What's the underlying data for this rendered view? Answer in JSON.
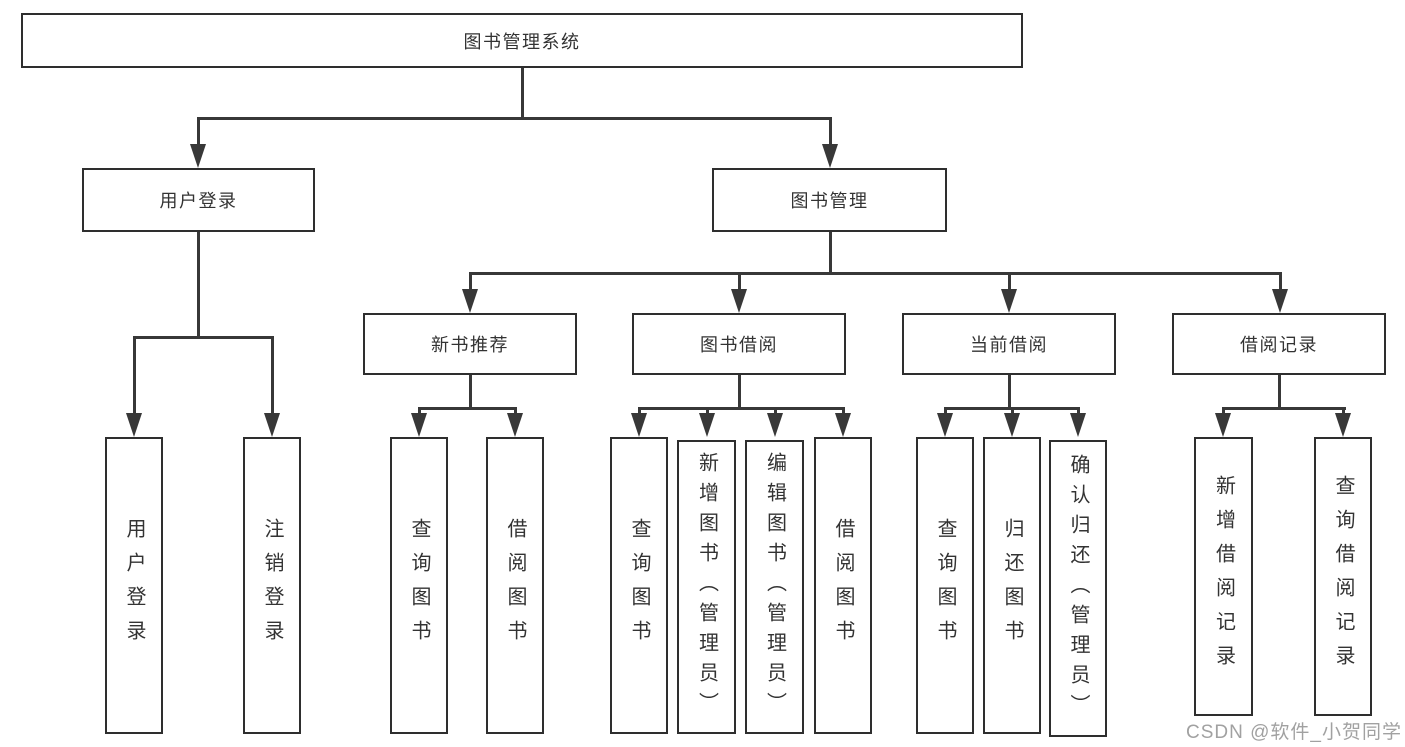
{
  "tree": {
    "label": "图书管理系统",
    "children": [
      {
        "label": "用户登录",
        "children": [
          {
            "label": "用户登录"
          },
          {
            "label": "注销登录"
          }
        ]
      },
      {
        "label": "图书管理",
        "children": [
          {
            "label": "新书推荐",
            "children": [
              {
                "label": "查询图书"
              },
              {
                "label": "借阅图书"
              }
            ]
          },
          {
            "label": "图书借阅",
            "children": [
              {
                "label": "查询图书"
              },
              {
                "label": "新增图书（管理员）"
              },
              {
                "label": "编辑图书（管理员）"
              },
              {
                "label": "借阅图书"
              }
            ]
          },
          {
            "label": "当前借阅",
            "children": [
              {
                "label": "查询图书"
              },
              {
                "label": "归还图书"
              },
              {
                "label": "确认归还（管理员）"
              }
            ]
          },
          {
            "label": "借阅记录",
            "children": [
              {
                "label": "新增借阅记录"
              },
              {
                "label": "查询借阅记录"
              }
            ]
          }
        ]
      }
    ]
  },
  "watermark": {
    "text": "CSDN @软件_小贺同学"
  },
  "colors": {
    "line": "#383838",
    "box_border": "#2e2e2e",
    "text": "#333333",
    "watermark": "#919191",
    "background": "#ffffff"
  }
}
